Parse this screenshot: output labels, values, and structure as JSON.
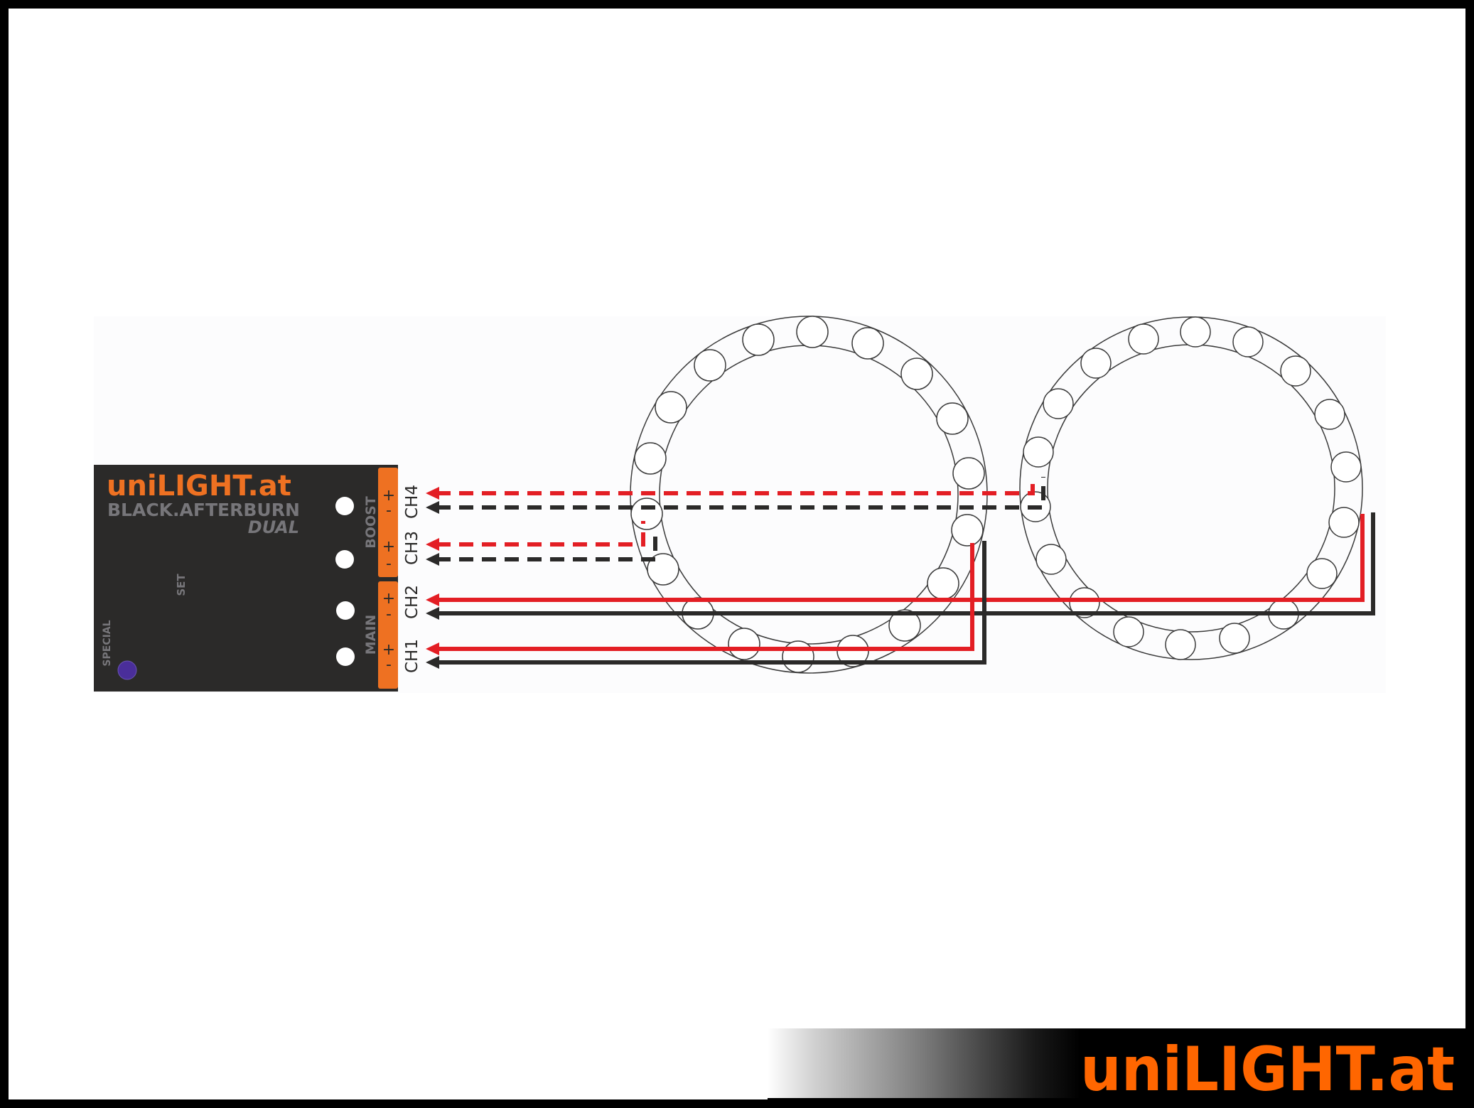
{
  "controller": {
    "brand": "uniLIGHT.at",
    "model": "BLACK.AFTERBURN",
    "variant": "DUAL",
    "set_label": "SET",
    "special_label": "SPECIAL",
    "boost_label": "BOOST",
    "main_label": "MAIN",
    "colors": {
      "body": "#2b2a29",
      "accent": "#ee7122",
      "subtext": "#77767a",
      "special_button": "#4a2e9a"
    },
    "pins": [
      {
        "channel": "CH4",
        "plus": "+",
        "minus": "-"
      },
      {
        "channel": "CH3",
        "plus": "+",
        "minus": "-"
      },
      {
        "channel": "CH2",
        "plus": "+",
        "minus": "-"
      },
      {
        "channel": "CH1",
        "plus": "+",
        "minus": "-"
      }
    ]
  },
  "channels": [
    {
      "label": "CH4",
      "group": "BOOST",
      "style": "dashed",
      "target": "ring-2"
    },
    {
      "label": "CH3",
      "group": "BOOST",
      "style": "dashed",
      "target": "ring-1"
    },
    {
      "label": "CH2",
      "group": "MAIN",
      "style": "solid",
      "target": "ring-2"
    },
    {
      "label": "CH1",
      "group": "MAIN",
      "style": "solid",
      "target": "ring-1"
    }
  ],
  "wire_colors": {
    "positive": "#e31e24",
    "negative": "#2b2a29"
  },
  "rings": [
    {
      "name": "ring-1",
      "led_count": 18
    },
    {
      "name": "ring-2",
      "led_count": 18
    }
  ],
  "footer": {
    "brand": "uniLIGHT.at",
    "brand_color": "#ff6600"
  }
}
